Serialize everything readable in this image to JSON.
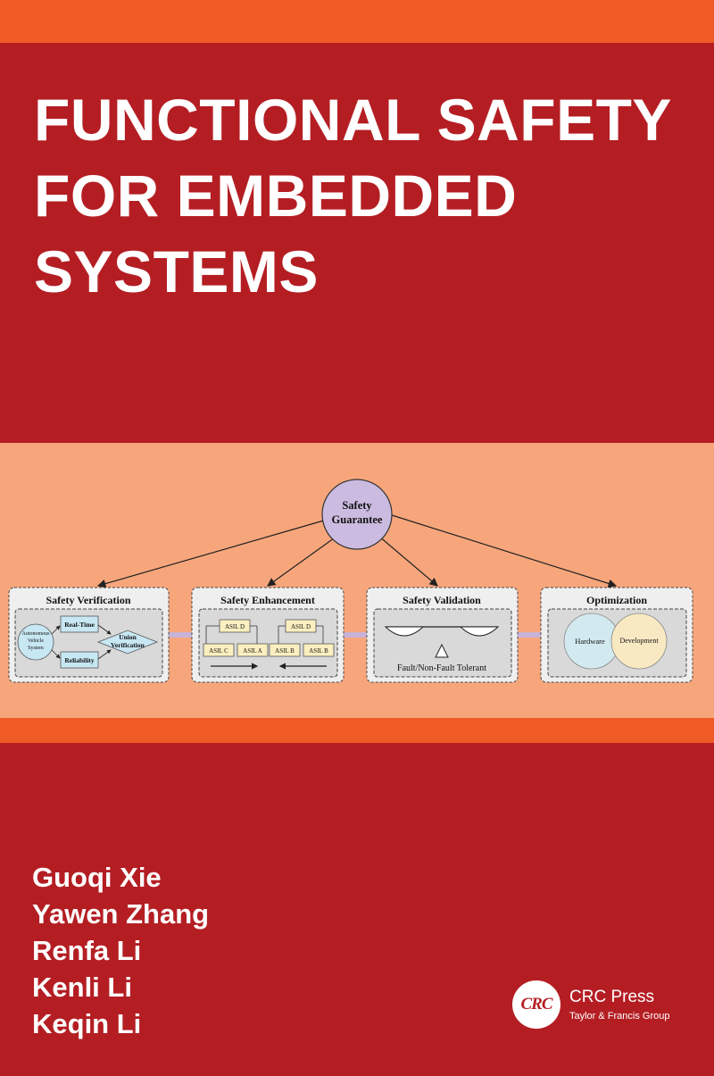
{
  "cover": {
    "title_lines": [
      "FUNCTIONAL SAFETY",
      "FOR EMBEDDED",
      "SYSTEMS"
    ],
    "authors": [
      "Guoqi Xie",
      "Yawen Zhang",
      "Renfa Li",
      "Kenli Li",
      "Keqin Li"
    ],
    "colors": {
      "dark_red": "#b41e23",
      "orange": "#f05a24",
      "peach": "#f7a67c"
    }
  },
  "figure": {
    "root": {
      "line1": "Safety",
      "line2": "Guarantee"
    },
    "panels": {
      "verification": {
        "title": "Safety Verification",
        "system": [
          "Autonomous",
          "Vehicle",
          "System"
        ],
        "real_time": "Real-Time",
        "reliability": "Reliability",
        "union": [
          "Union",
          "Verification"
        ]
      },
      "enhancement": {
        "title": "Safety Enhancement",
        "asil_d": "ASIL D",
        "asil_c": "ASIL C",
        "asil_a": "ASIL A",
        "asil_b": "ASIL B"
      },
      "validation": {
        "title": "Safety Validation",
        "caption": "Fault/Non-Fault Tolerant"
      },
      "optimization": {
        "title": "Optimization",
        "hardware": "Hardware",
        "development": "Development"
      }
    }
  },
  "publisher": {
    "logo": "CRC",
    "name": "CRC Press",
    "group": "Taylor & Francis Group"
  }
}
